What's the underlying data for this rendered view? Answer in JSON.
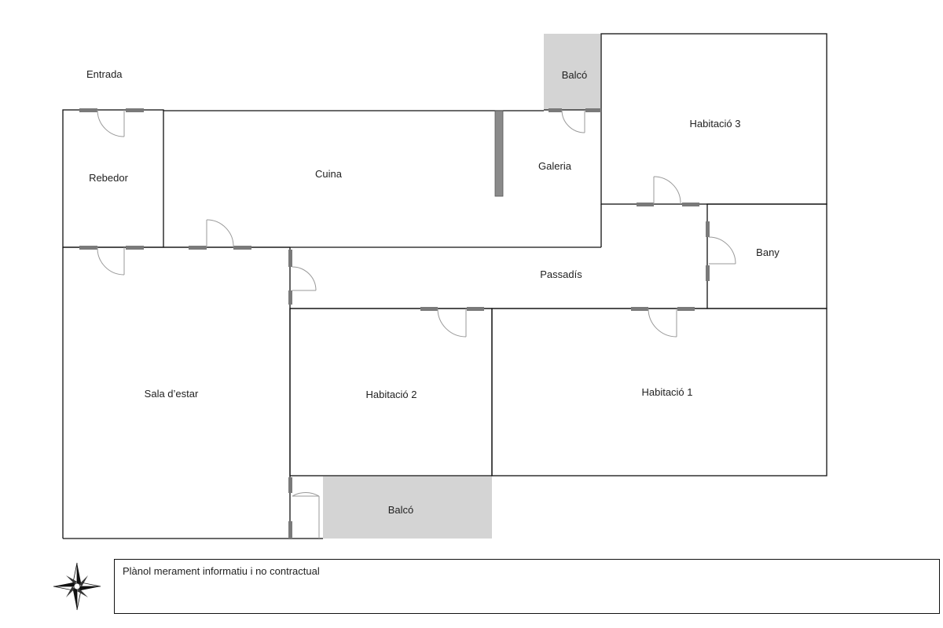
{
  "floor_plan": {
    "entrance_label": "Entrada",
    "rooms": {
      "rebedor": "Rebedor",
      "cuina": "Cuina",
      "galeria": "Galeria",
      "balco_top": "Balcó",
      "habitacio_3": "Habitació 3",
      "bany": "Bany",
      "passadis": "Passadís",
      "sala_estar": "Sala d’estar",
      "habitacio_2": "Habitació 2",
      "habitacio_1": "Habitació 1",
      "balco_bottom": "Balcó"
    },
    "colors": {
      "wall": "#111111",
      "door": "#7a7a7a",
      "balcony": "#d4d4d4"
    }
  },
  "disclaimer": {
    "text": "Plànol merament informatiu i no contractual"
  },
  "compass": {
    "icon": "compass-rose-icon"
  }
}
